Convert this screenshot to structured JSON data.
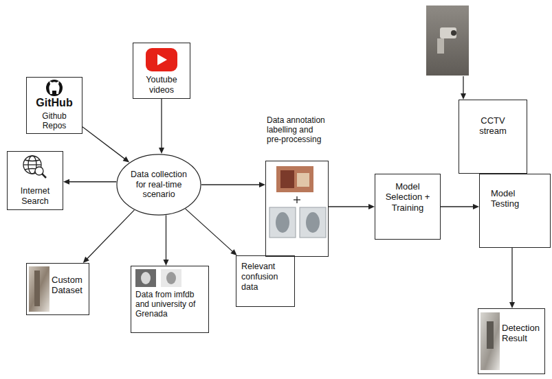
{
  "diagram": {
    "nodes": [
      {
        "text": [
          "GitHub",
          "Github Repos"
        ]
      },
      {
        "text": [
          "Youtube videos"
        ]
      },
      {
        "text": [
          "Internet Search"
        ]
      },
      {
        "text": [
          "Data collection for real-time scenario"
        ]
      },
      {
        "text": [
          "Custom Dataset"
        ]
      },
      {
        "text": [
          "Data from imfdb and university of Grenada"
        ]
      },
      {
        "text": [
          "Relevant confusion data"
        ]
      },
      {
        "text": [
          "Data annotation labelling and pre-processing"
        ]
      },
      {
        "text": [
          "Model Selection + Training"
        ]
      },
      {
        "text": [
          "CCTV stream"
        ]
      },
      {
        "text": [
          "Model Testing"
        ]
      },
      {
        "text": [
          "Detection Result"
        ]
      }
    ],
    "edges": [
      {
        "from": 0,
        "to": 3,
        "arrow": "to"
      },
      {
        "from": 1,
        "to": 3,
        "arrow": "to"
      },
      {
        "from": 3,
        "to": 2,
        "arrow": "to"
      },
      {
        "from": 3,
        "to": 4,
        "arrow": "to"
      },
      {
        "from": 3,
        "to": 5,
        "arrow": "to"
      },
      {
        "from": 3,
        "to": 6,
        "arrow": "to"
      },
      {
        "from": 3,
        "to": 7,
        "arrow": "to"
      },
      {
        "from": 7,
        "to": 8,
        "arrow": "to"
      },
      {
        "from": 8,
        "to": 10,
        "arrow": "to"
      },
      {
        "from": 9,
        "to": 10,
        "arrow": "to"
      },
      {
        "from": 10,
        "to": 11,
        "arrow": "to"
      }
    ]
  }
}
